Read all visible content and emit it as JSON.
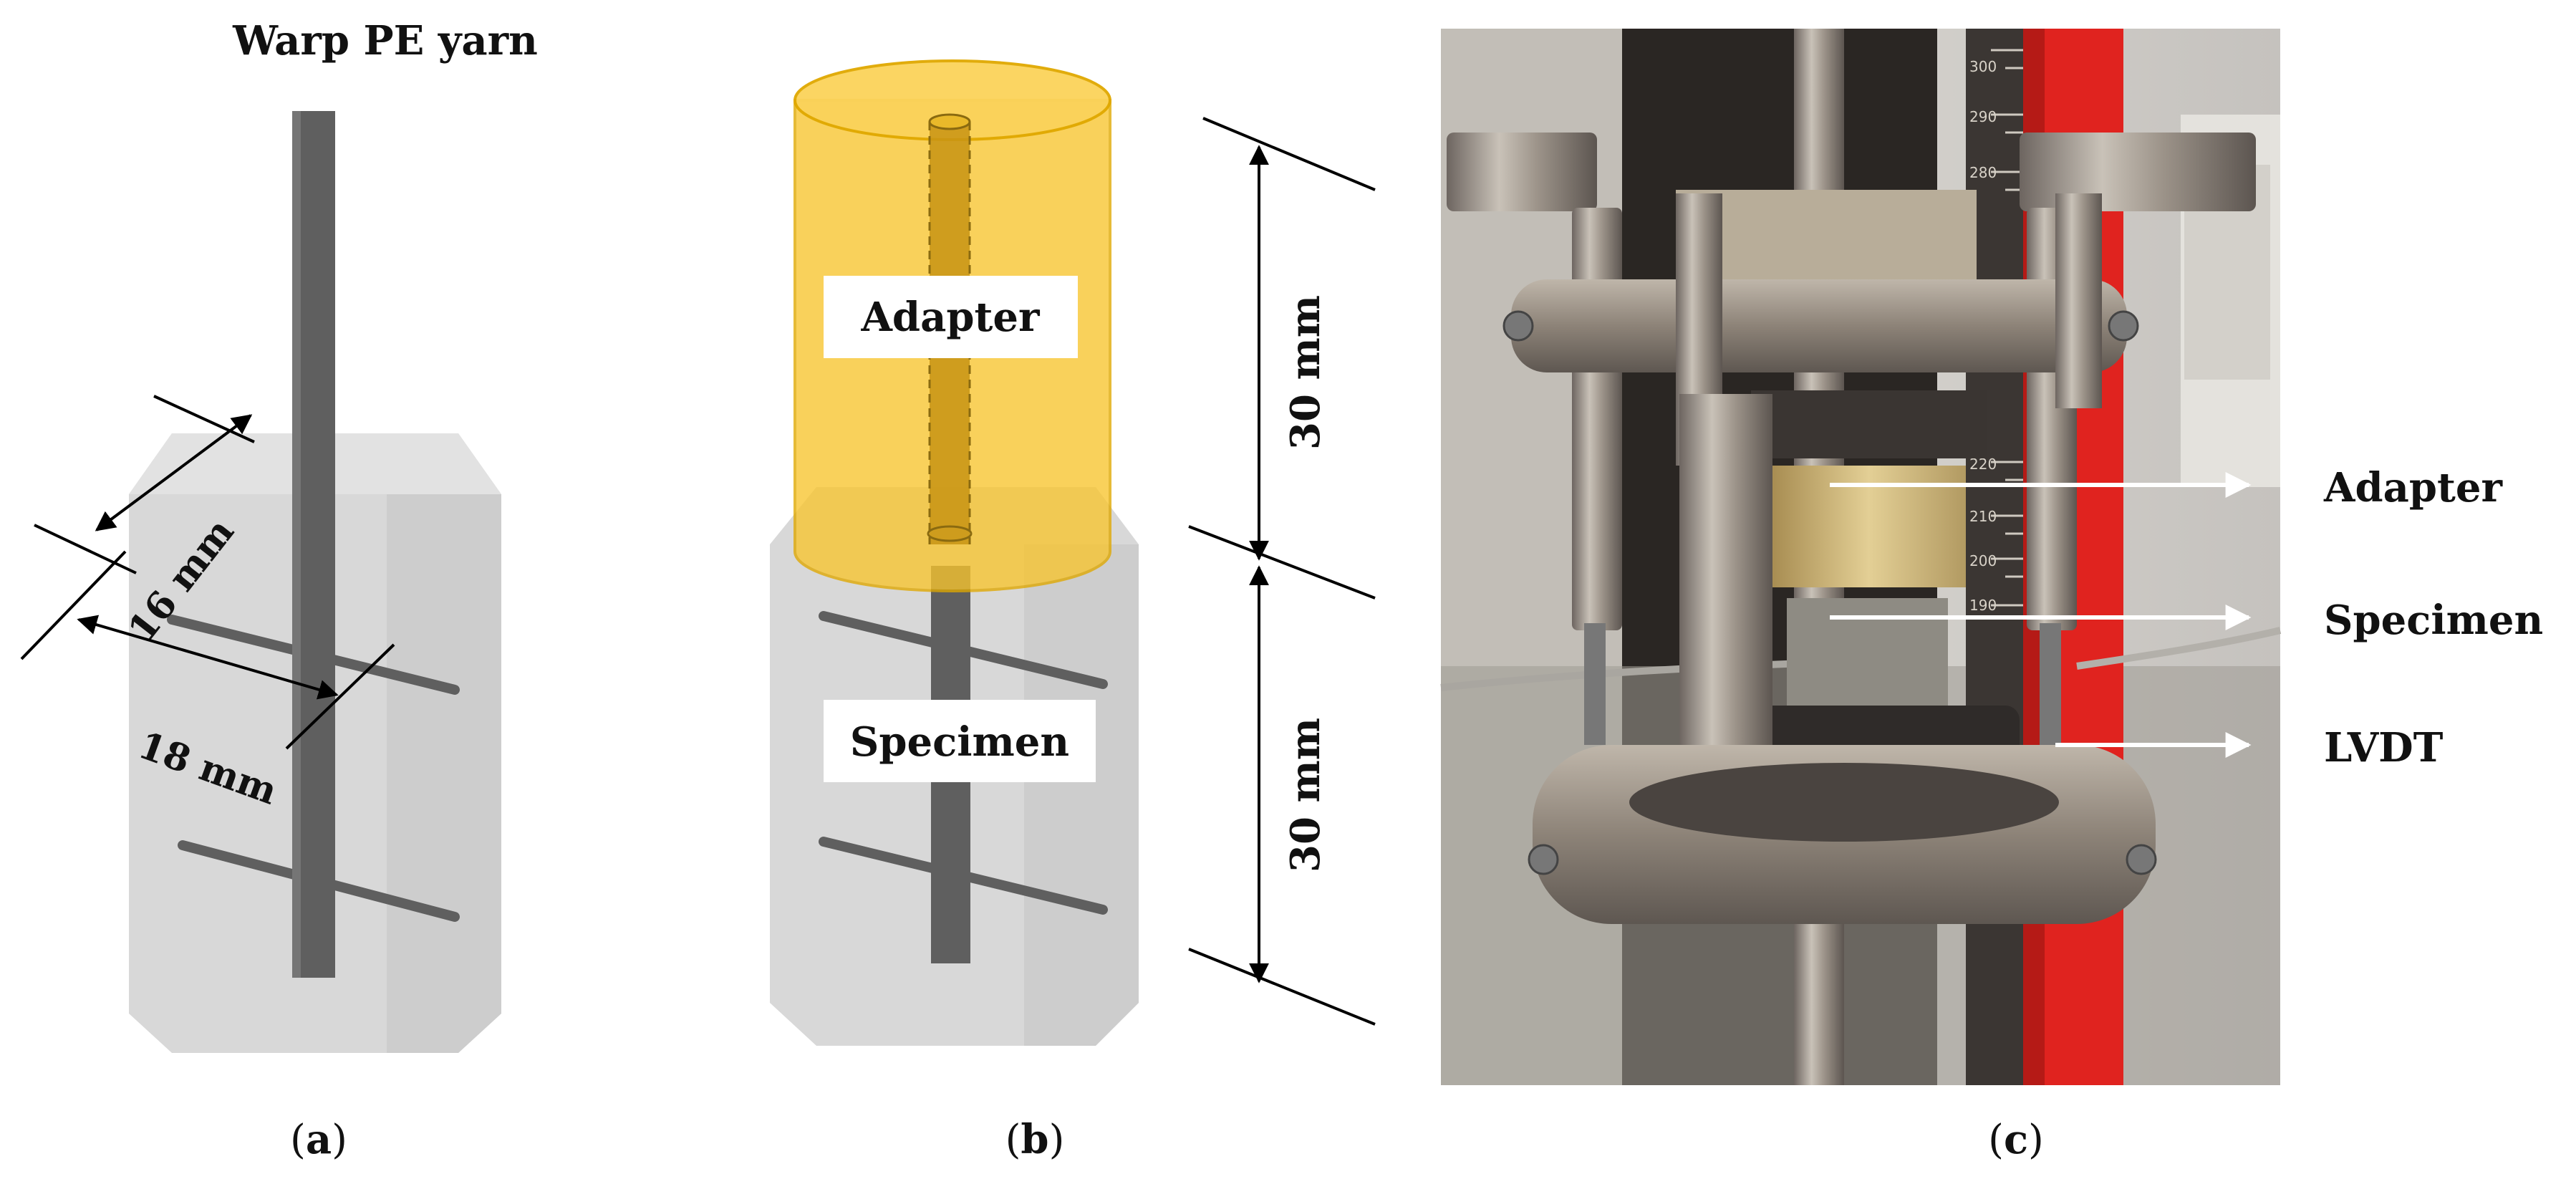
{
  "panel_a": {
    "title": "Warp PE yarn",
    "dim_width": "16 mm",
    "dim_depth": "18 mm",
    "caption_open": "(",
    "caption_letter": "a",
    "caption_close": ")"
  },
  "panel_b": {
    "adapter_label": "Adapter",
    "specimen_label": "Specimen",
    "dim_top": "30 mm",
    "dim_bottom": "30 mm",
    "caption_open": "(",
    "caption_letter": "b",
    "caption_close": ")"
  },
  "panel_c": {
    "label_adapter": "Adapter",
    "label_specimen": "Specimen",
    "label_lvdt": "LVDT",
    "ruler_ticks": [
      "300",
      "290",
      "280",
      "220",
      "210",
      "200",
      "190"
    ],
    "caption_open": "(",
    "caption_letter": "c",
    "caption_close": ")"
  },
  "colors": {
    "adapter_fill": "#f8c52e",
    "block_fill": "#d9d9d9",
    "yarn": "#5f5f5f",
    "photo_red": "#e0231f"
  }
}
